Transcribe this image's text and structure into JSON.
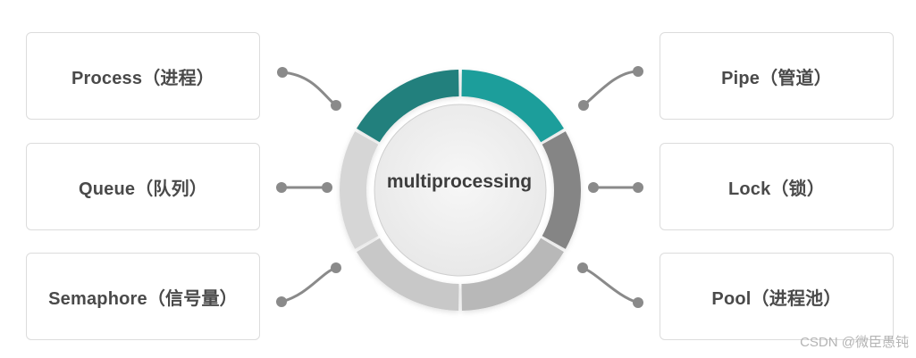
{
  "center_label": "multiprocessing",
  "left_items": [
    {
      "label": "Process（进程）"
    },
    {
      "label": "Queue（队列）"
    },
    {
      "label": "Semaphore（信号量）"
    }
  ],
  "right_items": [
    {
      "label": "Pipe（管道）"
    },
    {
      "label": "Lock（锁）"
    },
    {
      "label": "Pool（进程池）"
    }
  ],
  "watermark": "CSDN @微臣愚钝",
  "colors": {
    "teal_dark": "#21807d",
    "teal_light": "#1d9e9b",
    "gray_dark": "#858585",
    "gray_mid": "#b8b8b8",
    "gray_light": "#d6d6d6",
    "connector": "#8a8a8a",
    "box_border": "#dcdcdc",
    "text": "#4a4a4a"
  }
}
